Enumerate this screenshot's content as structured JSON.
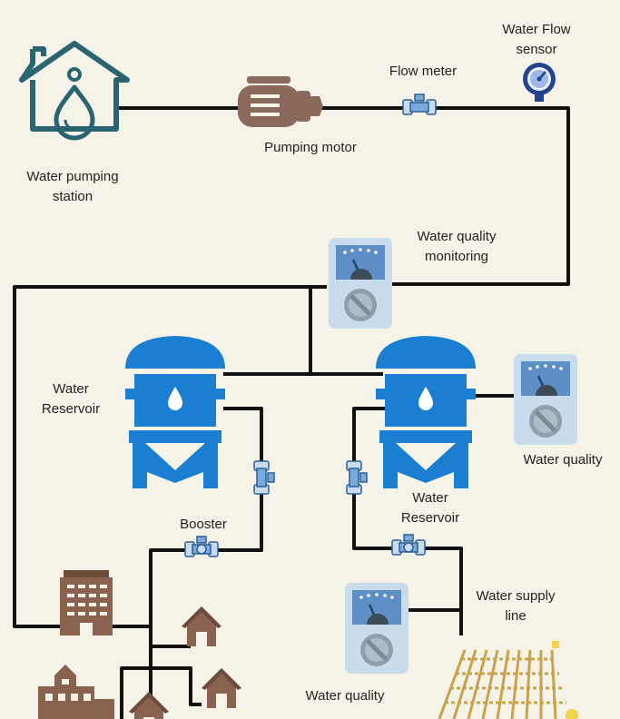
{
  "labels": {
    "water_pumping_station": "Water pumping\nstation",
    "pumping_motor": "Pumping motor",
    "flow_meter": "Flow meter",
    "water_flow_sensor": "Water Flow\nsensor",
    "water_quality_monitoring": "Water quality\nmonitoring",
    "water_reservoir_left": "Water\nReservoir",
    "water_reservoir_right": "Water\nReservoir",
    "water_quality_right": "Water quality",
    "booster": "Booster",
    "water_supply_line": "Water supply\nline",
    "water_quality_bottom": "Water quality"
  },
  "colors": {
    "background": "#f5f3e8",
    "pipe": "#111111",
    "station_teal": "#2a6470",
    "motor_brown": "#8a6a5a",
    "reservoir_blue": "#1a7fd0",
    "gauge_frame": "#c9dcee",
    "gauge_screen": "#5b8fc6",
    "building_brown": "#8a6350",
    "field_gold": "#c9a349",
    "sensor_navy": "#23438f"
  },
  "icons": {
    "station": "house-water-drop-icon",
    "motor": "pump-motor-icon",
    "flow_meter": "valve-icon",
    "flow_sensor": "pressure-gauge-icon",
    "quality": "quality-meter-icon",
    "reservoir": "water-tower-icon",
    "booster": "booster-valve-icon",
    "building": "office-building-icon",
    "house": "house-icon",
    "field": "farm-field-icon"
  }
}
